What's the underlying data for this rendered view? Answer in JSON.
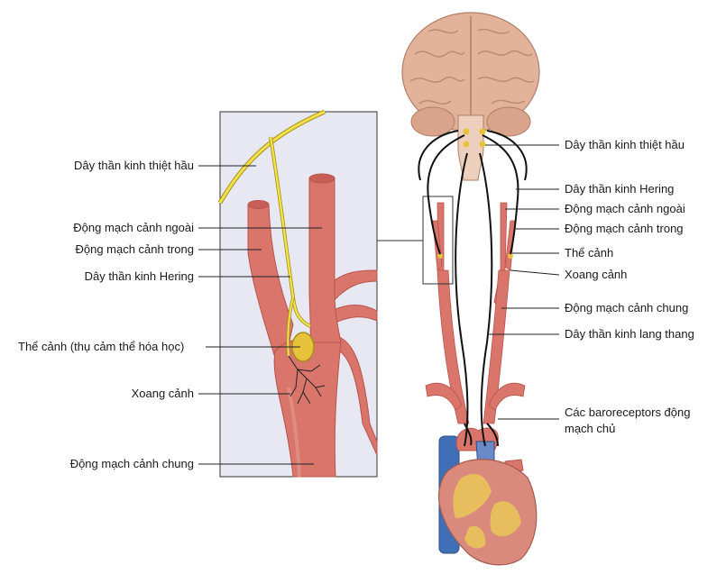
{
  "colors": {
    "artery": "#d9756a",
    "artery_dark": "#b8544b",
    "nerve": "#f2e24a",
    "nerve_outline": "#a68f1a",
    "inset_bg": "#e7e8f2",
    "brain": "#e2b39a",
    "vein": "#3f6fb6",
    "heart_yellow": "#e8c25a"
  },
  "left_labels": {
    "glossopharyngeal": "Dây thần kinh thiệt hầu",
    "external_carotid": "Động mạch cảnh ngoài",
    "internal_carotid": "Động mạch cảnh trong",
    "hering": "Dây thần kinh Hering",
    "carotid_body": "Thể cảnh (thụ cảm thể hóa học)",
    "carotid_sinus": "Xoang cảnh",
    "common_carotid": "Động mạch cảnh chung"
  },
  "right_labels": {
    "glossopharyngeal": "Dây thần kinh thiệt hầu",
    "hering": "Dây thần kinh Hering",
    "external_carotid": "Động mạch cảnh ngoài",
    "internal_carotid": "Động mạch cảnh trong",
    "carotid_body": "Thể cảnh",
    "carotid_sinus": "Xoang cảnh",
    "common_carotid": "Động mạch cảnh chung",
    "vagus": "Dây thần kinh lang thang",
    "aortic_baroreceptors_line1": "Các baroreceptors động",
    "aortic_baroreceptors_line2": "mạch chủ"
  }
}
